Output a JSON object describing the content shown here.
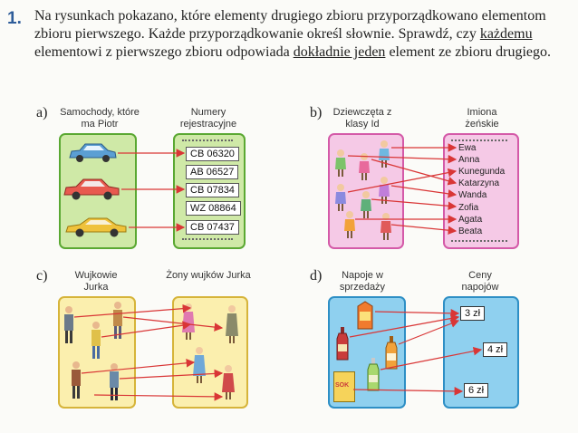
{
  "exercise": {
    "number": "1.",
    "text_before": "Na rysunkach pokazano, które elementy drugiego zbioru przyporządkowano elementom zbioru pierwszego. Każde przyporządkowanie określ słownie. Sprawdź, czy ",
    "each": "każdemu",
    "text_middle": " elementowi z pierwszego zbioru odpowiada ",
    "exactly_one": "dokładnie jeden",
    "text_after": " element ze zbioru drugiego."
  },
  "part_a": {
    "label": "a)",
    "set1_caption": "Samochody, które ma Piotr",
    "set2_caption": "Numery rejestracyjne",
    "plates": [
      "CB 06320",
      "AB 06527",
      "CB 07834",
      "WZ 08864",
      "CB 07437"
    ]
  },
  "part_b": {
    "label": "b)",
    "set1_caption": "Dziewczęta z klasy Id",
    "set2_caption": "Imiona żeńskie",
    "names": [
      "Ewa",
      "Anna",
      "Kunegunda",
      "Katarzyna",
      "Wanda",
      "Zofia",
      "Agata",
      "Beata"
    ]
  },
  "part_c": {
    "label": "c)",
    "set1_caption": "Wujkowie Jurka",
    "set2_caption": "Żony wujków Jurka"
  },
  "part_d": {
    "label": "d)",
    "set1_caption": "Napoje w sprzedaży",
    "set2_caption": "Ceny napojów",
    "prices": [
      "3 zł",
      "4 zł",
      "6 zł"
    ],
    "sok_label": "SOK"
  },
  "colors": {
    "title_blue": "#2f5d9a",
    "green_fill": "#cfe9a7",
    "green_border": "#5aa832",
    "pink_fill": "#f5c9e6",
    "pink_border": "#d45aa8",
    "yellow_fill": "#fbefae",
    "yellow_border": "#d6b43a",
    "blue_fill": "#8fd0ef",
    "blue_border": "#2e8fc5",
    "arrow": "#d93636"
  }
}
